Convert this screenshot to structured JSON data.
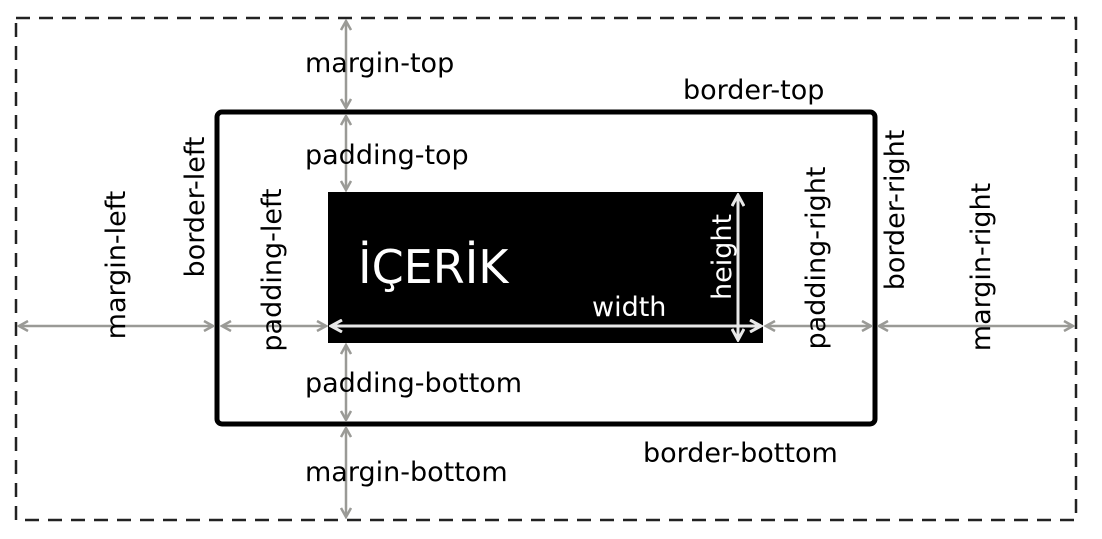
{
  "title": "CSS Box Model",
  "content_label": "İÇERİK",
  "labels": {
    "margin_top": "margin-top",
    "margin_bottom": "margin-bottom",
    "margin_left": "margin-left",
    "margin_right": "margin-right",
    "border_top": "border-top",
    "border_bottom": "border-bottom",
    "border_left": "border-left",
    "border_right": "border-right",
    "padding_top": "padding-top",
    "padding_bottom": "padding-bottom",
    "padding_left": "padding-left",
    "padding_right": "padding-right",
    "width": "width",
    "height": "height"
  },
  "colors": {
    "arrow": "#9a9a96",
    "content_bg": "#000000",
    "content_text": "#ffffff"
  }
}
